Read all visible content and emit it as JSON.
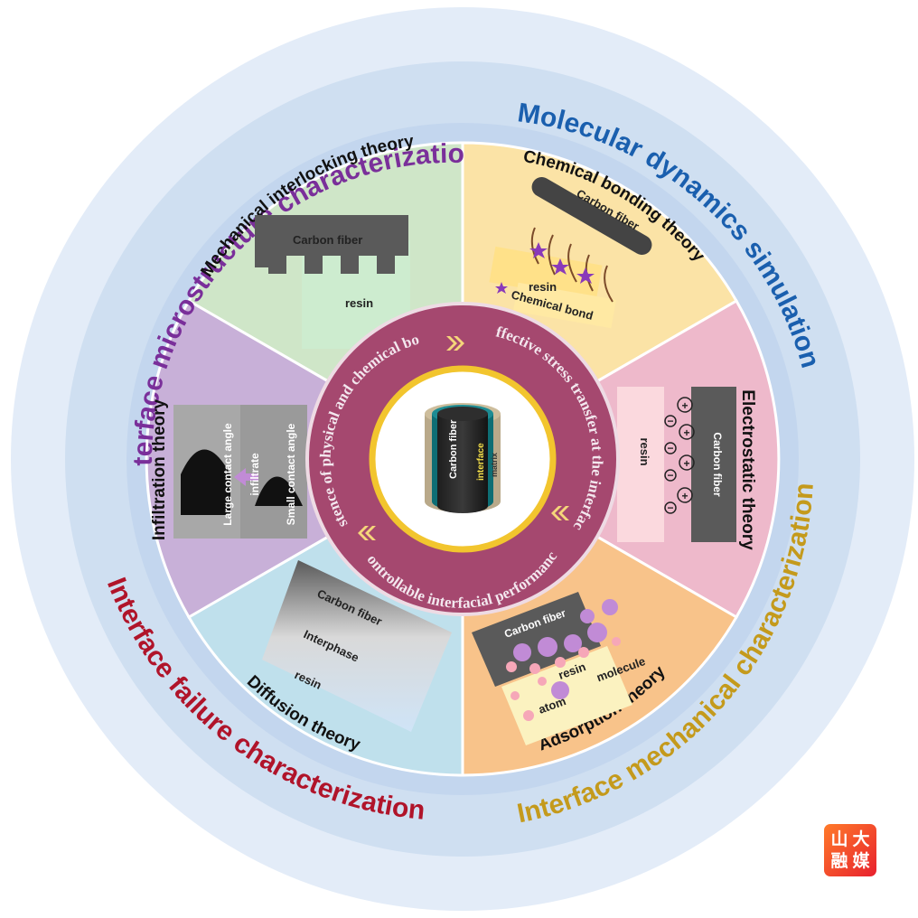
{
  "outer_ring": {
    "top_left": "Interface microstructure characterization",
    "top_right": "Molecular dynamics simulation",
    "bottom_right": "Interface mechanical characterization",
    "bottom_left": "Interface failure characterization",
    "colors": {
      "purple": "#7a2f9a",
      "blue": "#1a5fae",
      "gold": "#c49a1c",
      "red": "#b0142a"
    }
  },
  "sectors": {
    "mechanical": {
      "title": "Mechanical interlocking theory",
      "carbon_fiber": "Carbon fiber",
      "resin": "resin",
      "color": "#cfe6c8"
    },
    "chemical": {
      "title": "Chemical bonding theory",
      "carbon_fiber": "Carbon fiber",
      "resin": "resin",
      "bond": "Chemical bond",
      "color": "#fbe3a6"
    },
    "electrostatic": {
      "title": "Electrostatic theory",
      "resin": "resin",
      "carbon_fiber": "Carbon fiber",
      "color": "#eeb9cb"
    },
    "adsorption": {
      "title": "Adsorption theory",
      "carbon_fiber": "Carbon fiber",
      "resin": "resin",
      "atom": "atom",
      "molecule": "molecule",
      "color": "#f8c38a"
    },
    "diffusion": {
      "title": "Diffusion theory",
      "carbon_fiber": "Carbon fiber",
      "interphase": "Interphase",
      "resin": "resin",
      "color": "#bfe0ec"
    },
    "infiltration": {
      "title": "Infiltration theory",
      "large": "Large contact angle",
      "infiltrate": "infiltrate",
      "small": "Small contact angle",
      "color": "#c8b0d8"
    }
  },
  "inner_ring": {
    "left": "Coexistence of physical and chemical bonding",
    "right": "Effective stress transfer at the interface",
    "bottom": "Controllable interfacial performance",
    "color": "#a5486f"
  },
  "core": {
    "carbon_fiber": "Carbon fiber",
    "interface": "interface",
    "matrix": "matrix"
  },
  "logo": {
    "chars": [
      "山",
      "大",
      "融",
      "媒"
    ]
  }
}
